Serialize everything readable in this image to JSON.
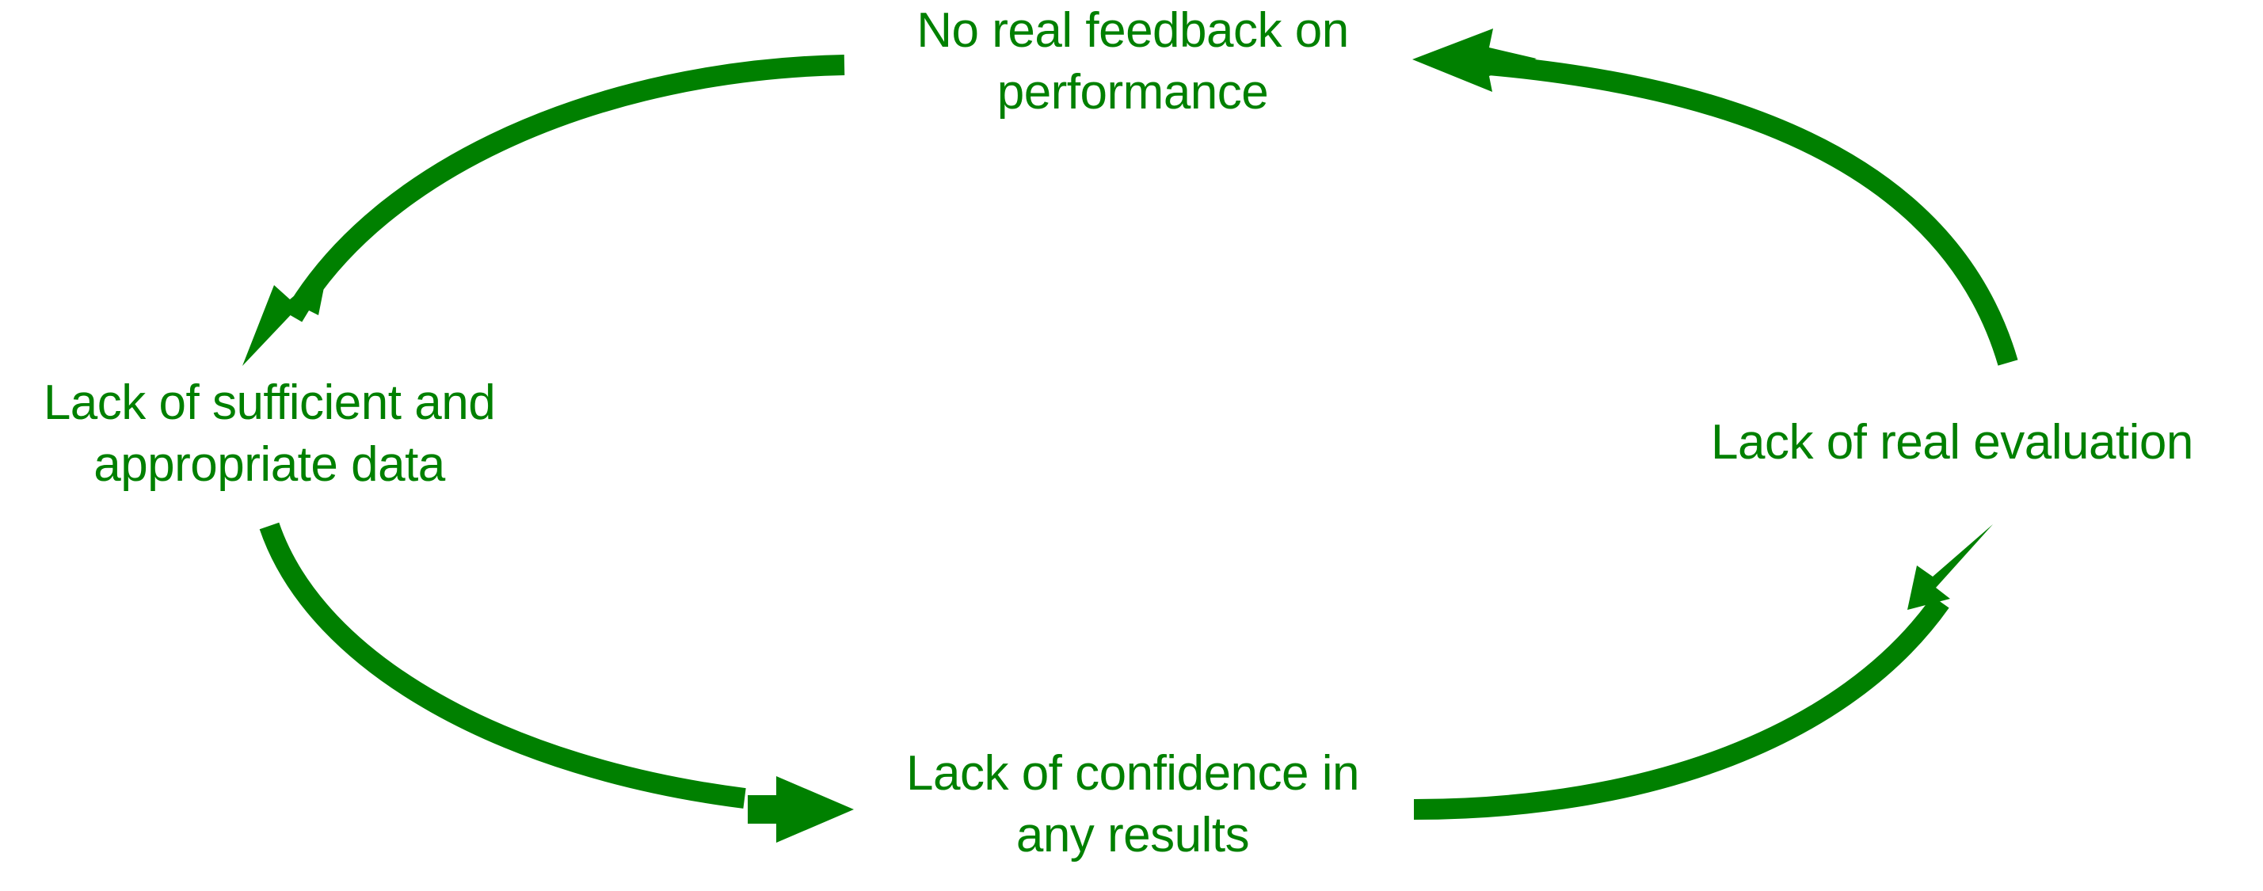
{
  "diagram": {
    "type": "vicious-cycle",
    "title": "",
    "accent_color": "#008000",
    "background_color": "#ffffff",
    "node_count": 4,
    "arrow_count": 4,
    "nodes": [
      {
        "id": "no-feedback",
        "position": "top",
        "text": "No real feedback on\nperformance",
        "color": "#008000"
      },
      {
        "id": "lack-data",
        "position": "left",
        "text": "Lack of sufficient and\nappropriate data",
        "color": "#008000"
      },
      {
        "id": "lack-confidence",
        "position": "bottom",
        "text": "Lack of confidence in\nany results",
        "color": "#008000"
      },
      {
        "id": "lack-evaluation",
        "position": "right",
        "text": "Lack of real evaluation",
        "color": "#008000"
      }
    ],
    "arrows": [
      {
        "id": "arrow-top-to-left",
        "from": "no-feedback",
        "to": "lack-data",
        "direction": "clockwise-down-left"
      },
      {
        "id": "arrow-left-to-bottom",
        "from": "lack-data",
        "to": "lack-confidence",
        "direction": "clockwise-down-right"
      },
      {
        "id": "arrow-bottom-to-right",
        "from": "lack-confidence",
        "to": "lack-evaluation",
        "direction": "clockwise-up-right"
      },
      {
        "id": "arrow-right-to-top",
        "from": "lack-evaluation",
        "to": "no-feedback",
        "direction": "clockwise-up-left"
      }
    ]
  }
}
